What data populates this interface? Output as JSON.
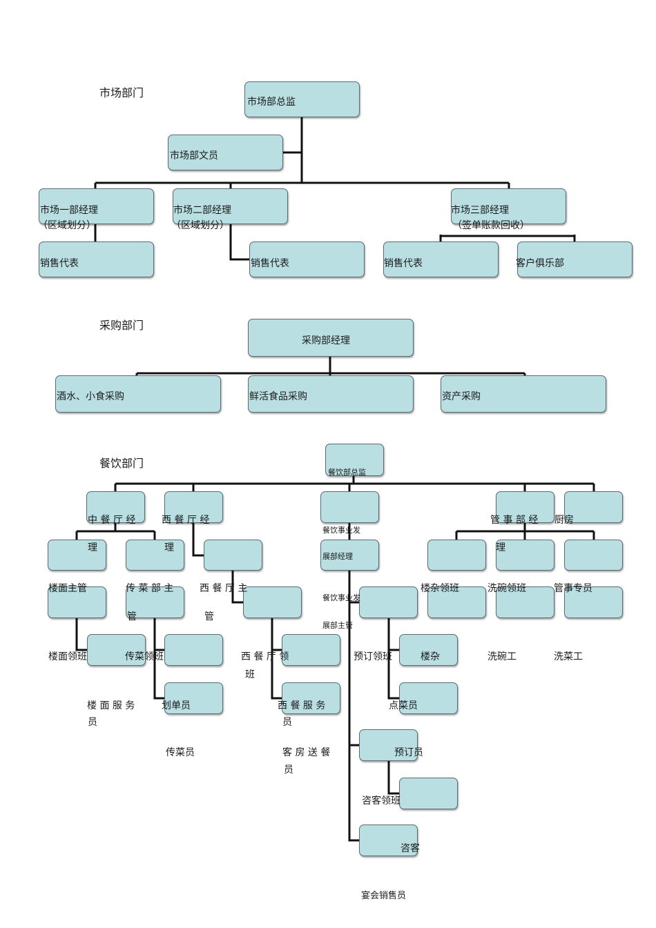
{
  "market": {
    "title": "市场部门",
    "director": "市场部总监",
    "clerk": "市场部文员",
    "m1": "市场一部经理",
    "m1_note": "（区域划分）",
    "m2": "市场二部经理",
    "m2_note": "（区域划分）",
    "m3": "市场三部经理",
    "m3_note": "（签单账款回收）",
    "sales1": "销售代表",
    "sales2": "销售代表",
    "sales3": "销售代表",
    "club": "客户俱乐部"
  },
  "purchase": {
    "title": "采购部门",
    "manager": "采购部经理",
    "drinks": "酒水、小食采购",
    "fresh": "鲜活食品采购",
    "assets": "资产采购"
  },
  "fnb": {
    "title": "餐饮部门",
    "director": "餐饮部总监",
    "cn_mgr_a": "中 餐 厅 经",
    "cn_mgr_b": "理",
    "wst_mgr_a": "西 餐 厅 经",
    "wst_mgr_b": "理",
    "dev_mgr_a": "餐饮事业发",
    "dev_mgr_b": "展部经理",
    "steward_mgr_a": "管 事 部 经",
    "steward_mgr_b": "理",
    "kitchen": "厨房",
    "floor_sup": "楼面主管",
    "serve_sup_a": "传 菜 部 主",
    "serve_sup_b": "管",
    "wst_sup_a": "西 餐 厅 主",
    "wst_sup_b": "管",
    "dev_sup_a": "餐饮事业发",
    "dev_sup_b": "展部主管",
    "misc_lead": "楼杂领班",
    "dish_lead": "洗碗领班",
    "steward_spec": "管事专员",
    "floor_lead": "楼面领班",
    "serve_lead": "传菜领班",
    "wst_lead_a": "西 餐 厅 领",
    "wst_lead_b": "班",
    "booking_lead": "预订领班",
    "misc": "楼杂",
    "dishwasher": "洗碗工",
    "veg_washer": "洗菜工",
    "floor_staff_a": "楼 面 服 务",
    "floor_staff_b": "员",
    "order_clerk": "划单员",
    "wst_staff_a": "西 餐 服 务",
    "wst_staff_b": "员",
    "dish_orderer": "点菜员",
    "runner": "传菜员",
    "room_service_a": "客 房 送 餐",
    "room_service_b": "员",
    "booking_clerk": "预订员",
    "host_lead": "咨客领班",
    "host": "咨客",
    "banquet_sales": "宴会销售员"
  }
}
